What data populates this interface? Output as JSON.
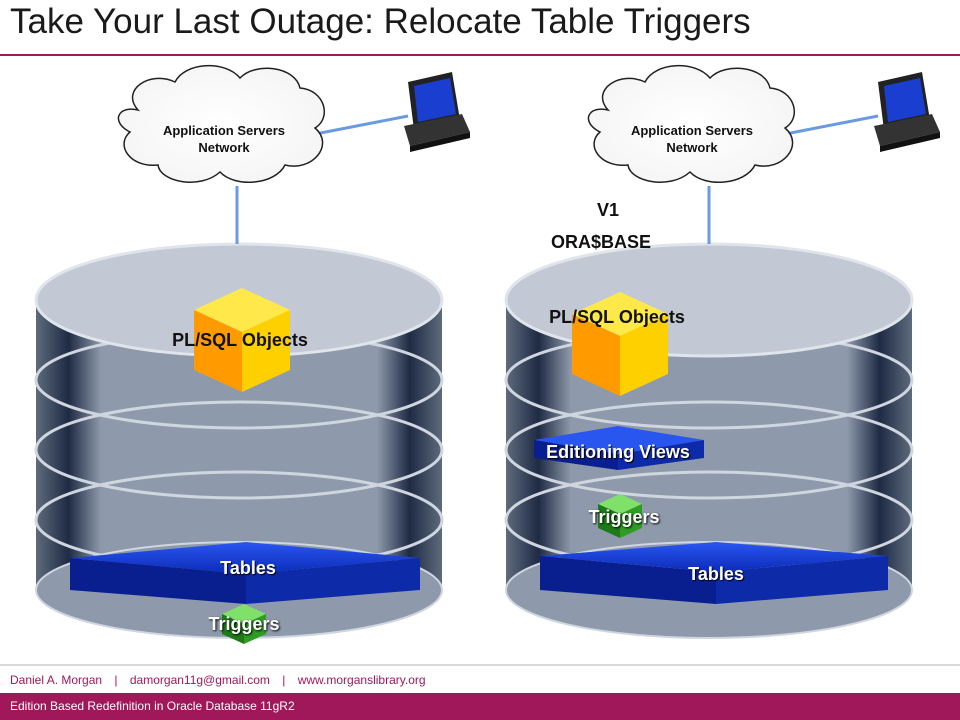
{
  "slide": {
    "title": "Take Your Last Outage: Relocate Table Triggers"
  },
  "left": {
    "cloud_label_line1": "Application Servers",
    "cloud_label_line2": "Network",
    "plsql_label": "PL/SQL Objects",
    "tables_label": "Tables",
    "triggers_label": "Triggers"
  },
  "right": {
    "cloud_label_line1": "Application Servers",
    "cloud_label_line2": "Network",
    "version_label": "V1",
    "edition_label": "ORA$BASE",
    "plsql_label": "PL/SQL Objects",
    "editioning_views_label": "Editioning Views",
    "triggers_label": "Triggers",
    "tables_label": "Tables"
  },
  "footer": {
    "author": "Daniel A. Morgan",
    "separator": "|",
    "email": "damorgan11g@gmail.com",
    "website": "www.morganslibrary.org",
    "subtitle": "Edition Based Redefinition in Oracle Database 11gR2"
  },
  "colors": {
    "accent": "#a0185a",
    "cylinder": "#8d9aab",
    "cylinder_top": "#c9ced8",
    "cube_yellow": "#ffd700",
    "cube_orange": "#ff9a00",
    "table_blue": "#1030c8",
    "trigger_green": "#33aa22",
    "link_blue": "#6a9ae0"
  },
  "icons": [
    "cloud-icon",
    "computer-icon",
    "database-cylinder-icon",
    "cube-icon"
  ]
}
